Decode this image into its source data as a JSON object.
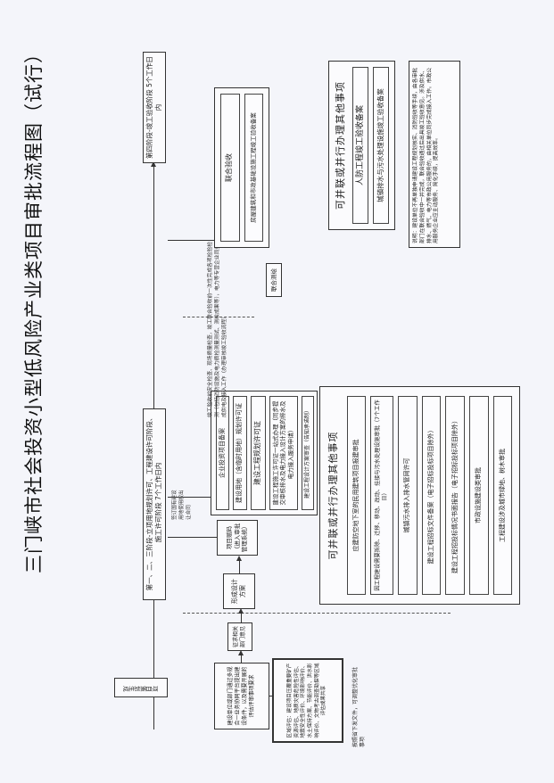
{
  "title": "三门峡市社会投资小型低风险产业类项目审批流程图（试行）",
  "stages": {
    "planning": "项目策划生成",
    "stage123": "第一、二、三阶段-立项用地规划许可、工程建设许可阶段、施工许可阶段 7个工作日内",
    "stage4": "第四阶段-竣工验收阶段 5个工作日内"
  },
  "planning_flow": {
    "consult_box": "建设单位或部门通过多规合一业务协同平台提出建设条件，以及需要开展的评估评审事项要求",
    "opinion_box": "征求相关部门意见",
    "design_box": "形成设计方案",
    "register_box": "项目赋码（进入审批管理系统）",
    "eval_note": "区域评估：建设项目压覆重要矿产资源评估、地质灾害危险性评估、地震安全性评价、环境影响评价、水土保持方案、节能评价、洪水影响评价、文物考古调查勘探等区域评估成果共享"
  },
  "land_note": "签订国有建设用地使用权出让合同",
  "stage123_items": [
    "企业投资项目备案",
    "建设用地（含临时用地）规划许可证",
    "建设工程规划许可证",
    "建设工程施工许可证一站式办理（同步提交审核排水及电力接入设计方案的排水及电力接入服务申请）",
    "建设工程设计方案审查（告知承诺制）"
  ],
  "parallel_mid": {
    "heading": "可并联或并行办理其他事项",
    "items": [
      "应建防空地下室的民用建筑项目报建审批",
      "因工程建设需要拆除、迁移、移动、改动、挂接与污水处理设施审批（7个工作日）",
      "城镇污水排入排水管网许可",
      "建设工程招标文件备案（电子招标投标项目除外）",
      "建设工程招投标情况书面报告（电子招标投标项目除外）",
      "市政设施建设类审批",
      "工程建设涉及城市绿地、树木审批"
    ]
  },
  "stage4_note": "竣工验收前安全检查、现场质量检查，竣工联合验收前一次性完成各项检验检测（包括消防设施及电力质检测量测试、测绘成果等），电力等专营企业同步完成供电及接入工作（办理审核竣工验收流程）",
  "joint_survey": "联合测绘",
  "stage4_items": [
    "联合验收",
    "房屋建筑和市政基础设施工程竣工验收备案"
  ],
  "parallel_top": {
    "heading": "可并联或并行办理其他事项",
    "items": [
      "人防工程竣工验收备案",
      "城镇排水与污水处理设施竣工验收备案"
    ]
  },
  "explanation": "说明：建设单位不再单独申请建设工程规划核实、消防验收等手续，由各审批部门在联合验收中一并完成，联合验收通过后出具竣工验收意见。涉及供水、排水、燃气、电力等市政公用服务的，由相关单位同步完成接入工作。市政公用服务企业应主动服务、简化手续，提高效率。",
  "footnote": "按照省下发文件，可调整优化审批事项"
}
